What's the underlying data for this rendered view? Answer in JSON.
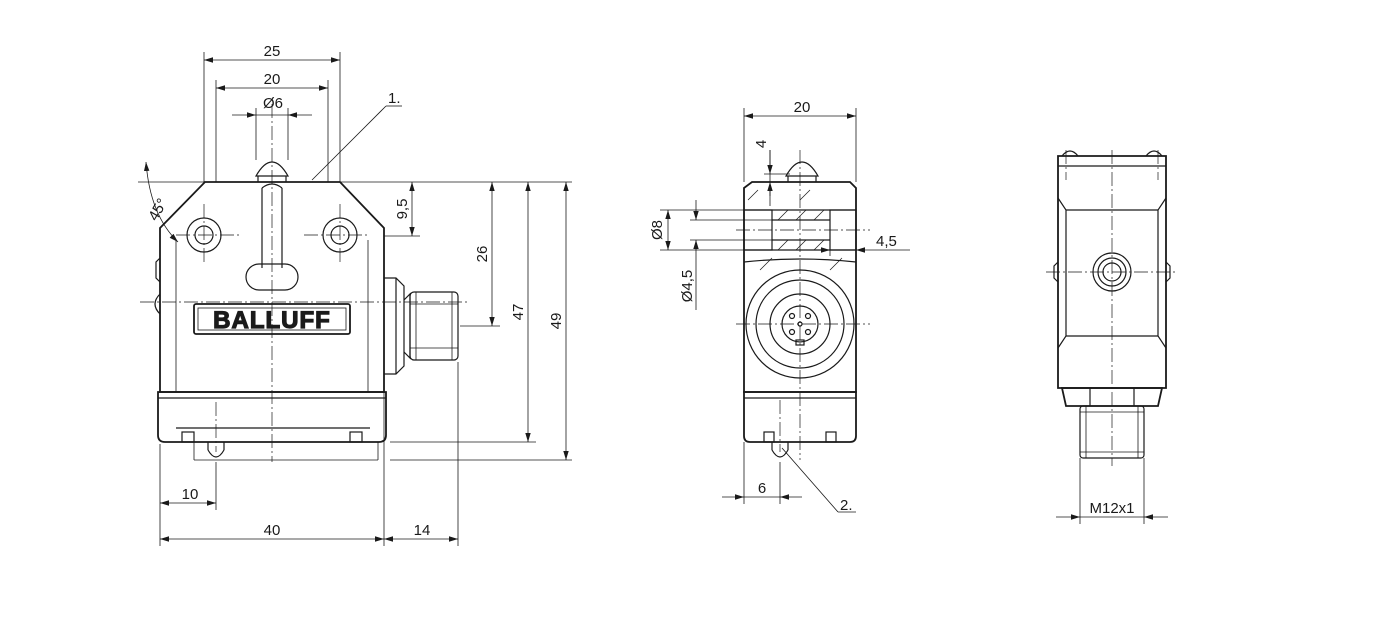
{
  "logo": {
    "text": "BALLUFF"
  },
  "front_view": {
    "dimensions": {
      "width_25": "25",
      "width_20": "20",
      "plunger_dia": "Ø6",
      "angle": "45°",
      "h_9_5": "9,5",
      "h_26": "26",
      "h_47": "47",
      "h_49": "49",
      "w_10": "10",
      "w_40": "40",
      "w_14": "14"
    },
    "callout": "1."
  },
  "side_view": {
    "dimensions": {
      "width_20": "20",
      "top_4": "4",
      "dia_8": "Ø8",
      "dia_4_5": "Ø4,5",
      "depth_4_5": "4,5",
      "w_6": "6"
    },
    "callout": "2."
  },
  "rear_view": {
    "dimensions": {
      "thread": "M12x1"
    }
  },
  "colors": {
    "line": "#1a1a1a",
    "background": "#ffffff"
  }
}
